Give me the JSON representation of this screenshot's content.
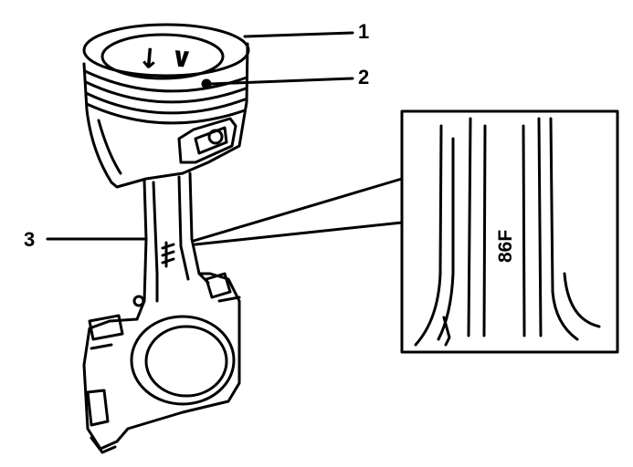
{
  "callouts": [
    {
      "id": "1",
      "label": "1"
    },
    {
      "id": "2",
      "label": "2"
    },
    {
      "id": "3",
      "label": "3"
    }
  ],
  "detail_inset": {
    "stamp_text": "86F"
  },
  "piston": {
    "crown_mark": "∧ ↑"
  },
  "colors": {
    "ink": "#000000",
    "paper": "#ffffff"
  }
}
